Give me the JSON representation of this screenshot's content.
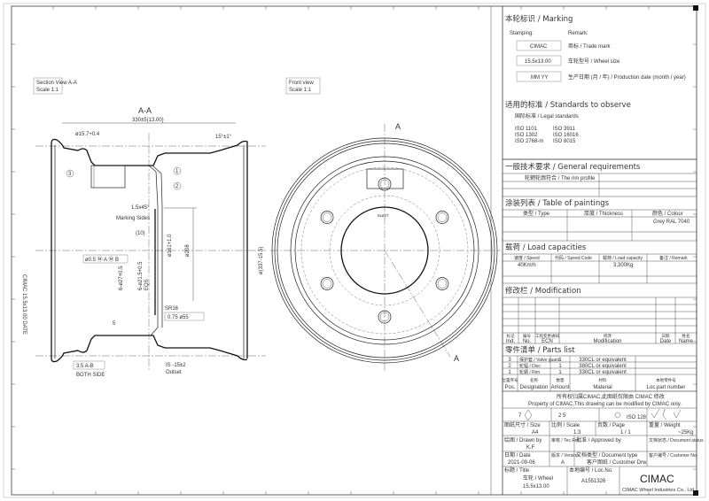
{
  "drawing": {
    "section_view": {
      "title": "Section View A-A",
      "scale": "Scale 1:1",
      "label": "A-A",
      "width_dim": "330±5(13.00)",
      "valve_dim": "ø15.7+0.4",
      "angle": "15°±1°",
      "chamfer": "1.5x45°",
      "marking_sides": "Marking Sides",
      "ten": "(10)",
      "bore_dim": "ø161+1.0",
      "pcd_dim": "ø208",
      "rim_dia": "ø(337-15.5)",
      "hole_dim": "6-ø21.5+0.5",
      "eqs": "EQS",
      "hole_dim2": "6-ø27+0.5",
      "position_tol": "ø0.5 Ⓜ A Ⓜ B",
      "sr": "SR16",
      "flatness": "0.75 ø55",
      "weld": "5",
      "runout": "3.5 A-B",
      "both_side": "BOTH SIDE",
      "offset": "IS -15±2",
      "offset_label": "Outset",
      "stamp": "CIMAC 15.5x13.00 DATE",
      "balloons": [
        "1",
        "2",
        "3"
      ],
      "datum_a": "A",
      "datum_b": "B"
    },
    "front_view": {
      "title": "Front view",
      "scale": "Scale 1:1",
      "cut_label": "A",
      "hole_label": "6xø27"
    }
  },
  "title_block": {
    "marking": {
      "heading": "本轮标识 / Marking",
      "stamping": "Stamping:",
      "remark": "Remark:",
      "rows": [
        {
          "value": "CIMAC",
          "desc": "商标 / Trade mark"
        },
        {
          "value": "15.5x13.00",
          "desc": "车轮型号 / Wheel size"
        },
        {
          "value": "MM YY",
          "desc": "生产日期 (月 / 年) / Production date (month / year)"
        }
      ]
    },
    "standards": {
      "heading": "适用的标准 / Standards to observe",
      "legal": "国际标准 / Legal standards",
      "col1": [
        "ISO 1101",
        "ISO 1302",
        "ISO 2768-m"
      ],
      "col2": [
        "ISO 3911",
        "ISO 16016",
        "ISO 8015"
      ]
    },
    "general": {
      "heading": "一般技术要求 / General requirements",
      "item": "轮辋轮廓符合 / The rim profile"
    },
    "paintings": {
      "heading": "涂装列表 / Table of paintings",
      "cols": [
        "类型 / Type",
        "厚度 / Thickness",
        "颜色 / Colour"
      ],
      "colour_value": "Grey RAL 7040"
    },
    "load": {
      "heading": "载荷 / Load capacities",
      "cols": [
        "速度 / Speed",
        "代码 / Speed Code",
        "载荷 / Load capacity",
        "备注 / Remark"
      ],
      "speed": "40Km/h",
      "capacity": "3,300Kg"
    },
    "modification": {
      "heading": "修改栏 / Modification",
      "cols_cn": [
        "标记",
        "编号",
        "工程变更通知",
        "修改",
        "日期",
        "姓名"
      ],
      "cols_en": [
        "Ind.",
        "No.",
        "ECN",
        "Modification",
        "Date",
        "Name"
      ]
    },
    "parts": {
      "heading": "零件清单 / Parts list",
      "rows": [
        {
          "pos": "3",
          "name": "保护套 / Valve guard",
          "amount": "1",
          "material": "330CL or equivalent"
        },
        {
          "pos": "2",
          "name": "轮辐 / Disc",
          "amount": "1",
          "material": "380CL or equivalent"
        },
        {
          "pos": "1",
          "name": "轮辋 / Rim",
          "amount": "1",
          "material": "330CL or equivalent"
        }
      ],
      "header_cn": [
        "位置序号",
        "名称",
        "数量",
        "材料",
        "本地零件号"
      ],
      "header_en": [
        "Pos.",
        "Designation",
        "Amount",
        "Material",
        "Loc.part number"
      ]
    },
    "property_cn": "所有权归属CIMAC,此图纸仅限由 CIMAC 修改",
    "property_en": "Property of CIMAC,This drawing can be modified by CIMAC only.",
    "symbols": {
      "tol_class": "7",
      "roughness": "2 5",
      "iso": "ISO 128"
    },
    "size_label": "图纸尺寸 / Size",
    "size": "A4",
    "scale_label": "比例 / Scale",
    "scale": "1:3",
    "page_label": "页数 / Page",
    "page": "1 / 1",
    "weight_label": "重量 / Weight",
    "weight": "~25Kg",
    "drawn_label": "绘图 / Drawn by",
    "drawn": "K.F",
    "tecref_label": "审核 / Tec.Ref.",
    "approved_label": "批准 / Approved by",
    "docstatus_label": "文档状态 / Document status",
    "date_label": "日期 / Date",
    "date": "2021-09-06",
    "version_label": "版本 / Version",
    "version": "A",
    "doctype_label": "文档类型 / Document type",
    "customer_dwg": "客户图纸 / Customer Drw.",
    "customer_no_label": "客户编号 / Customer No.",
    "title_label": "标题 / Title",
    "title_cn": "车轮 / Wheel",
    "title": "15.5x13.00",
    "locno_label": "本地编号 / Loc.No.",
    "locno": "A1551326",
    "logo": "CIMAC",
    "company": "CIMAC Wheel Industries Co., Ltd."
  }
}
